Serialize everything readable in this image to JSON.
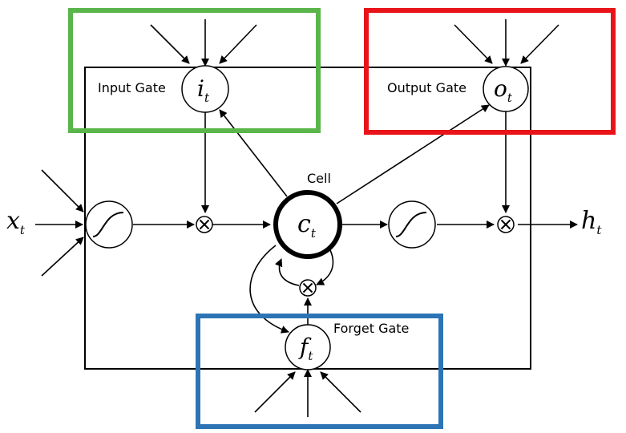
{
  "labels": {
    "input_gate": "Input Gate",
    "output_gate": "Output Gate",
    "forget_gate": "Forget Gate",
    "cell": "Cell"
  },
  "symbols": {
    "input_gate": {
      "base": "i",
      "sub": "t"
    },
    "output_gate": {
      "base": "o",
      "sub": "t"
    },
    "forget_gate": {
      "base": "f",
      "sub": "t"
    },
    "cell": {
      "base": "c",
      "sub": "t"
    },
    "input": {
      "base": "x",
      "sub": "t"
    },
    "output": {
      "base": "h",
      "sub": "t"
    }
  },
  "highlight_colors": {
    "input_gate": "#5ab54a",
    "output_gate": "#e8141a",
    "forget_gate": "#2d74b5"
  },
  "icons": {
    "activation": "sigmoid-curve-icon",
    "multiply": "multiply-circle-icon"
  }
}
